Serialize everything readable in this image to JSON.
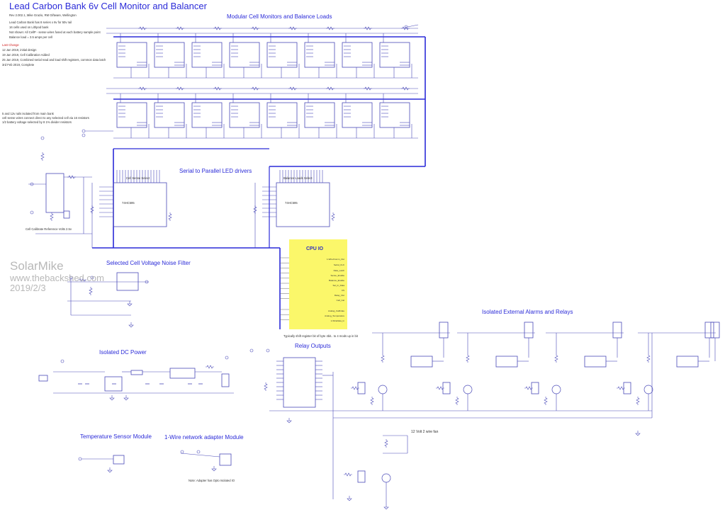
{
  "header": {
    "title": "Lead Carbon Bank 6v Cell Monitor and Balancer",
    "revision": "Rev 2.002.1, Mike Grazio, RM Giftware, Wellington"
  },
  "notes": [
    "Lead Carbon Bank has 8 series x 6v for 50v rail",
    "16 cells used on Lithpod bank",
    "Not shown: All CellP - sense wires fused at each battery sample point",
    "Balance load = 3.5 amps per cell"
  ],
  "last_change": {
    "label": "Last Change",
    "entries": [
      "12 Jan 2019, initial design",
      "19 Jan 2019, Cell Calibration Added",
      "25 Jan 2019, Combined serial read and load shift registers, common data latch",
      "3rd Feb 2019, Complete"
    ]
  },
  "isolation_notes": [
    "5 and 12v rails isolated from main bank",
    "cell sense wires connect direct to any selected cell via 16 resistors",
    "1/2 battery voltage selected by 8 1% divider resistors"
  ],
  "sections": {
    "modules": "Modular Cell Monitors and Balance Loads",
    "drivers": "Serial to Parallel LED drivers",
    "noise_filter": "Selected Cell Voltage Noise Filter",
    "alarms": "Isolated External Alarms and Relays",
    "relay_outputs": "Relay Outputs",
    "dc_power": "Isolated DC Power",
    "temp_sensor": "Temperature Sensor Module",
    "onewire": "1-Wire network adapter Module"
  },
  "labels": {
    "calibrate": "Cell Calibrate Reference Volts 2.5v",
    "fan": "12 Volt 2 wire fan",
    "adapter_note": "Note: Adapter has Opto Isolated IO",
    "relay_note": "Typically shift register bit of byte 4bit.. to 4 mods up in bit",
    "cell_select": "Cell Sense Select",
    "load_select": "Balance Loads Select",
    "ic1": "74HC595",
    "ic2": "74HC595"
  },
  "cpu_io": {
    "title": "CPU IO",
    "pins": [
      "1-Wire/Comm_Out",
      "Serial_CLK",
      "Data_Latch",
      "Sense_Enable",
      "Balance_Enable",
      "Sel_In_Data",
      "CS",
      "Relay_Out",
      "Cell_Cal",
      "Analog_Calibrate",
      "Analog_Temperature",
      "1-WireData_In"
    ]
  },
  "watermark": {
    "name": "SolarMike",
    "site": "www.thebackshed.com",
    "date": "2019/2/3"
  },
  "colors": {
    "wire": "#4a4ab8",
    "bus": "#2a2ad8",
    "cpu_bg": "#fbf76a",
    "title": "#2b2bd8"
  }
}
